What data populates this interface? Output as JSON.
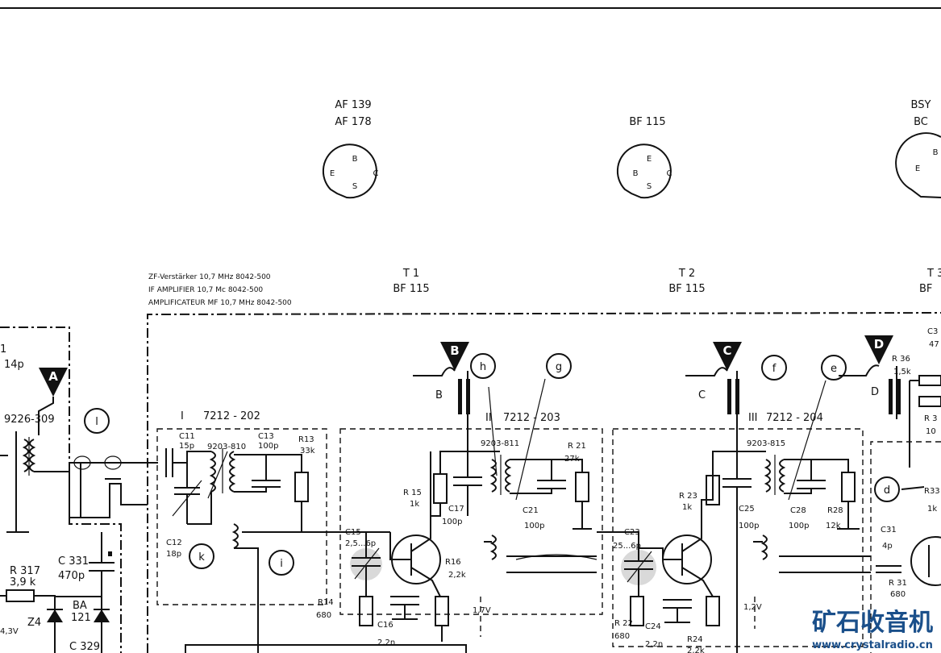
{
  "sockets": [
    {
      "name": "AF 139",
      "name2": "AF 178",
      "pins": {
        "top": "B",
        "left": "E",
        "right": "C",
        "bottom": "S"
      }
    },
    {
      "name": "BF 115",
      "name2": "",
      "pins": {
        "top": "E",
        "left": "B",
        "right": "C",
        "bottom": "S"
      }
    },
    {
      "name": "BSY",
      "name2": "BC",
      "pins": {
        "top": "B",
        "left": "E",
        "right": "",
        "bottom": ""
      }
    }
  ],
  "header": {
    "line1": "ZF-Verstärker 10,7 MHz  8042-500",
    "line2": "IF AMPLIFIER  10,7 Mc  8042-500",
    "line3": "AMPLIFICATEUR MF 10,7 MHz  8042-500"
  },
  "transistors": [
    {
      "id": "T 1",
      "type": "BF 115"
    },
    {
      "id": "T 2",
      "type": "BF 115"
    },
    {
      "id": "T 3",
      "type": "BF"
    }
  ],
  "test_points": [
    "A",
    "B",
    "C",
    "D"
  ],
  "circles": [
    "l",
    "h",
    "g",
    "f",
    "e",
    "d",
    "k",
    "i"
  ],
  "stages": [
    {
      "num": "I",
      "code": "7212 - 202",
      "coil": "9203-810"
    },
    {
      "num": "II",
      "code": "7212 - 203",
      "coil": "9203-811"
    },
    {
      "num": "III",
      "code": "7212 - 204",
      "coil": "9203-815"
    }
  ],
  "left_parts": {
    "cap_top": "1",
    "cap_top_val": "14p",
    "coil": "9226-309",
    "c331": "C 331",
    "c331_val": "470p",
    "r317": "R 317",
    "r317_val": "3,9 k",
    "ba": "BA",
    "ba_num": "121",
    "z4": "Z4",
    "v": "4,3V",
    "c329": "C 329"
  },
  "components": {
    "c11": "C11",
    "c11_val": "15p",
    "c13": "C13",
    "c13_val": "100p",
    "r13": "R13",
    "r13_val": "33k",
    "c12": "C12",
    "c12_val": "18p",
    "c15": "C15",
    "c15_val": "2,5...6p",
    "r15": "R 15",
    "r15_val": "1k",
    "c17": "C17",
    "c17_val": "100p",
    "r16": "R16",
    "r16_val": "2,2k",
    "r14": "R14",
    "r14_val": "680",
    "c16": "C16",
    "c16_val": "2,2n",
    "v1": "1,7V",
    "r21": "R 21",
    "r21_val": "27k",
    "c21": "C21",
    "c21_val": "100p",
    "c23": "C23",
    "c23_val": "25...6p",
    "r23": "R 23",
    "r23_val": "1k",
    "c25": "C25",
    "c25_val": "100p",
    "c28": "C28",
    "c28_val": "100p",
    "r28": "R28",
    "r28_val": "12k",
    "r22": "R 22",
    "r22_val": "680",
    "c24": "C24",
    "c24_val": "2,2n",
    "r24": "R24",
    "r24_val": "2,2k",
    "v2": "1,2V",
    "r36": "R 36",
    "r36_val": "1,5k",
    "c3x": "C3",
    "c3x_val": "47",
    "r3x": "R 3",
    "r3x_val": "10",
    "r33": "R33",
    "r33_val": "1k",
    "c31": "C31",
    "c31_val": "4p",
    "r31": "R 31",
    "r31_val": "680"
  },
  "watermark": {
    "cn": "矿石收音机",
    "url": "www.crystalradio.cn"
  }
}
